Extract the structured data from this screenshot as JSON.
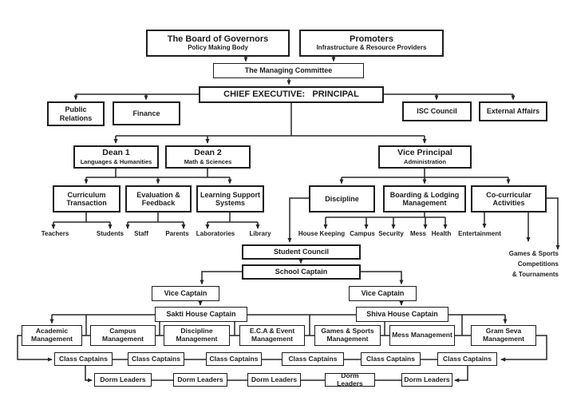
{
  "nodes": {
    "board": {
      "title": "The Board of Governors",
      "subtitle": "Policy Making Body"
    },
    "promoters": {
      "title": "Promoters",
      "subtitle": "Infrastructure & Resource Providers"
    },
    "managing_committee": {
      "label": "The Managing Committee"
    },
    "chief_executive": {
      "label": "CHIEF EXECUTIVE:   PRINCIPAL"
    },
    "public_relations": {
      "label": "Public Relations"
    },
    "finance": {
      "label": "Finance"
    },
    "isc_council": {
      "label": "ISC Council"
    },
    "external_affairs": {
      "label": "External Affairs"
    },
    "dean1": {
      "title": "Dean 1",
      "subtitle": "Languages & Humanities"
    },
    "dean2": {
      "title": "Dean 2",
      "subtitle": "Math & Sciences"
    },
    "vice_principal": {
      "title": "Vice Principal",
      "subtitle": "Administration"
    },
    "curriculum": {
      "label": "Curriculum Transaction"
    },
    "evaluation": {
      "label": "Evaluation & Feedback"
    },
    "learning_support": {
      "label": "Learning Support Systems"
    },
    "discipline": {
      "label": "Discipline"
    },
    "boarding": {
      "label": "Boarding & Lodging Management"
    },
    "cocurricular": {
      "label": "Co-curricular Activities"
    },
    "student_council": {
      "label": "Student Council"
    },
    "school_captain": {
      "label": "School Captain"
    },
    "vice_captain_left": {
      "label": "Vice Captain"
    },
    "vice_captain_right": {
      "label": "Vice Captain"
    },
    "sakti_house": {
      "label": "Sakti House Captain"
    },
    "shiva_house": {
      "label": "Shiva House Captain"
    }
  },
  "leaves": {
    "dean_side": [
      "Teachers",
      "Students",
      "Staff",
      "Parents",
      "Laboratories",
      "Library"
    ],
    "boarding_side": [
      "House Keeping",
      "Campus",
      "Security",
      "Mess",
      "Health"
    ],
    "cocurricular_side": [
      "Entertainment"
    ],
    "cocurricular_multiline": [
      "Games & Sports",
      "Competitions",
      "& Tournaments"
    ]
  },
  "management": [
    "Academic Management",
    "Campus Management",
    "Discipline Management",
    "E.C.A & Event Management",
    "Games & Sports Management",
    "Mess Management",
    "Gram Seva Management"
  ],
  "rows": {
    "class_captains": {
      "label": "Class Captains",
      "count": 6
    },
    "dorm_leaders": {
      "label": "Dorm Leaders",
      "count": 5
    }
  },
  "colors": {
    "background": "#ffffff",
    "box_border": "#1c1c1c",
    "line": "#262626",
    "text": "#1c1c1c"
  }
}
